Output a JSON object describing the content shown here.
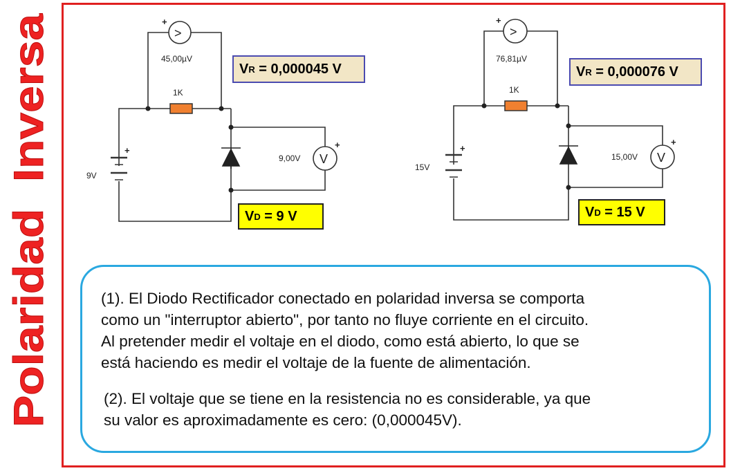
{
  "side_title": "Polaridad  Inversa",
  "colors": {
    "title_red": "#ee2222",
    "frame_red": "#e02020",
    "note_border": "#2aa8e0",
    "vr_box_bg": "#f2e6c6",
    "vr_box_border": "#4a4ab0",
    "vd_box_bg": "#ffff00",
    "resistor": "#f08030"
  },
  "circuit_left": {
    "ammeter_reading": "45,00µV",
    "resistor_label": "1K",
    "source_label": "9V",
    "voltmeter_reading": "9,00V",
    "plus_sign": "+",
    "ammeter_symbol": ">",
    "voltmeter_symbol": "V",
    "vr_prefix": "V",
    "vr_sub": "R",
    "vr_value": " = 0,000045 V",
    "vd_prefix": "V",
    "vd_sub": "D",
    "vd_value": " = 9 V"
  },
  "circuit_right": {
    "ammeter_reading": "76,81µV",
    "resistor_label": "1K",
    "source_label": "15V",
    "voltmeter_reading": "15,00V",
    "plus_sign": "+",
    "ammeter_symbol": ">",
    "voltmeter_symbol": "V",
    "vr_prefix": "V",
    "vr_sub": "R",
    "vr_value": " = 0,000076 V",
    "vd_prefix": "V",
    "vd_sub": "D",
    "vd_value": " = 15 V"
  },
  "notes": {
    "p1_l1": "(1). El Diodo Rectificador conectado en polaridad inversa se comporta",
    "p1_l2": "como un \"interruptor abierto\", por tanto no fluye corriente en el circuito.",
    "p1_l3": "Al pretender medir el voltaje en el diodo, como está abierto, lo que se",
    "p1_l4": "está haciendo es medir el voltaje de la fuente de alimentación.",
    "p2_l1": "(2). El voltaje que se tiene en la resistencia no es considerable, ya que",
    "p2_l2": "su valor es aproximadamente es cero: (0,000045V)."
  }
}
